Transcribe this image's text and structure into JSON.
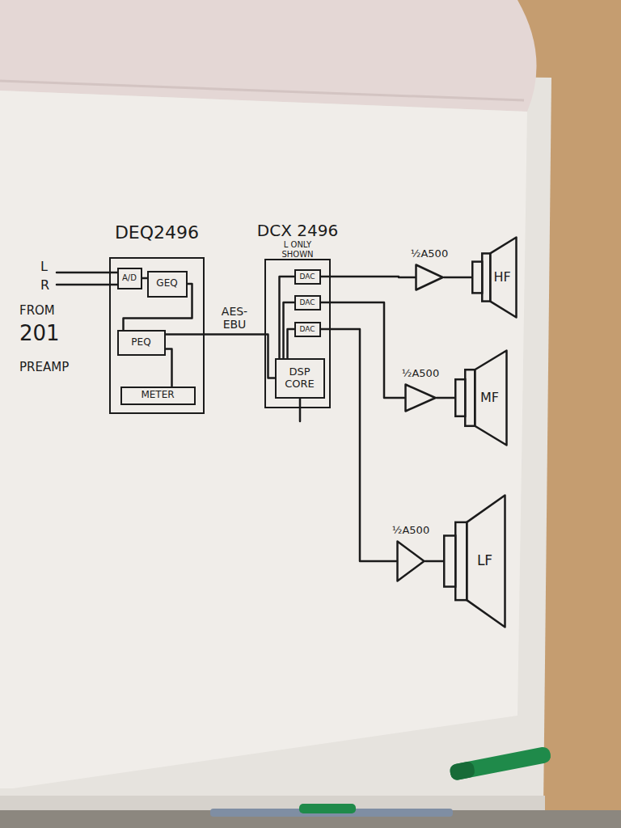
{
  "diagram": {
    "nodes": [
      {
        "text": [
          "DEQ2496"
        ]
      },
      {
        "text": [
          "A/D"
        ],
        "in": 0
      },
      {
        "text": [
          "GEQ"
        ],
        "in": 0
      },
      {
        "text": [
          "PEQ"
        ],
        "in": 0
      },
      {
        "text": [
          "METER"
        ],
        "in": 0
      },
      {
        "text": [
          "DCX 2496",
          "L ONLY SHOWN"
        ]
      },
      {
        "text": [
          "DAC"
        ],
        "in": 5
      },
      {
        "text": [
          "DAC"
        ],
        "in": 5
      },
      {
        "text": [
          "DAC"
        ],
        "in": 5
      },
      {
        "text": [
          "DSP CORE"
        ],
        "in": 5
      },
      {
        "text": [
          "½A500"
        ]
      },
      {
        "text": [
          "HF"
        ]
      },
      {
        "text": [
          "½A500"
        ]
      },
      {
        "text": [
          "MF"
        ]
      },
      {
        "text": [
          "½A500"
        ]
      },
      {
        "text": [
          "LF"
        ]
      }
    ],
    "edges": [
      {
        "from": 1,
        "to": 2,
        "arrow": "none"
      },
      {
        "from": 2,
        "to": 3,
        "arrow": "none"
      },
      {
        "from": 3,
        "to": 4,
        "arrow": "none"
      },
      {
        "from": 3,
        "to": 9,
        "label": "AES-EBU",
        "arrow": "none"
      },
      {
        "from": 9,
        "to": 6,
        "arrow": "none"
      },
      {
        "from": 9,
        "to": 7,
        "arrow": "none"
      },
      {
        "from": 9,
        "to": 8,
        "arrow": "none"
      },
      {
        "from": 6,
        "to": 10,
        "arrow": "none"
      },
      {
        "from": 7,
        "to": 12,
        "arrow": "none"
      },
      {
        "from": 8,
        "to": 14,
        "arrow": "none"
      },
      {
        "from": 10,
        "to": 11,
        "arrow": "none"
      },
      {
        "from": 12,
        "to": 13,
        "arrow": "none"
      },
      {
        "from": 14,
        "to": 15,
        "arrow": "none"
      }
    ],
    "labels": [
      "L",
      "R",
      "FROM",
      "201",
      "PREAMP"
    ]
  }
}
